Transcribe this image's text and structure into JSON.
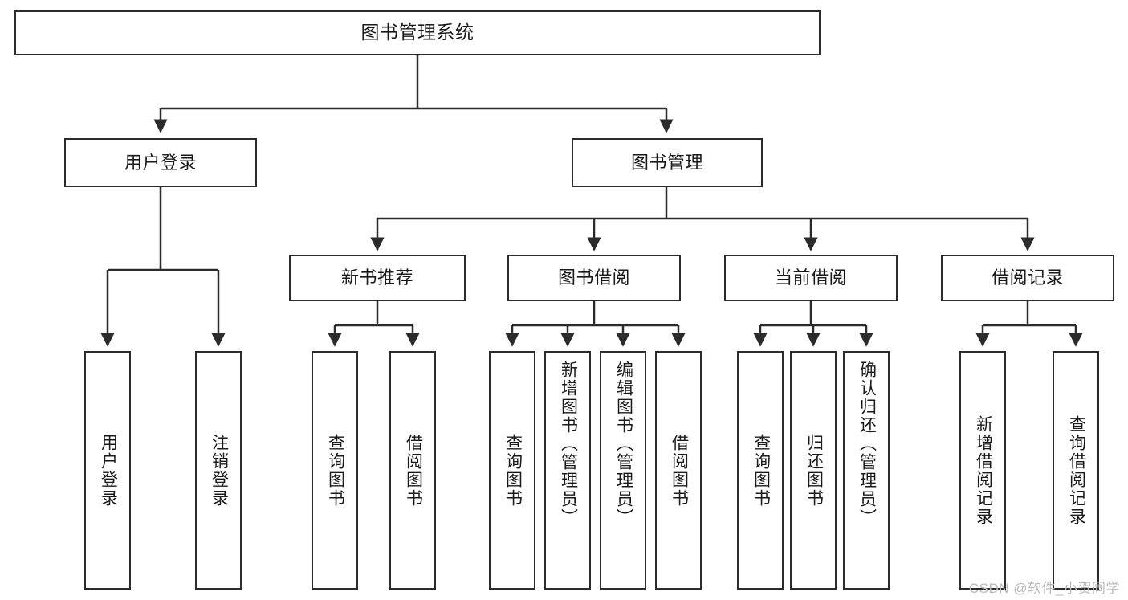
{
  "diagram": {
    "title": "图书管理系统",
    "watermark": "CSDN @软件_小贺同学",
    "colors": {
      "box_border": "#2b2b2b",
      "box_fill": "#ffffff",
      "connector": "#2b2b2b",
      "text": "#1a1a1a",
      "watermark": "#b9b9b9"
    },
    "nodes": {
      "root": {
        "label": "图书管理系统"
      },
      "level2": [
        {
          "label": "用户登录"
        },
        {
          "label": "图书管理"
        }
      ],
      "level3": [
        {
          "label": "新书推荐"
        },
        {
          "label": "图书借阅"
        },
        {
          "label": "当前借阅"
        },
        {
          "label": "借阅记录"
        }
      ],
      "leaves": {
        "user_login": [
          {
            "label": "用户登录"
          },
          {
            "label": "注销登录"
          }
        ],
        "new_book": [
          {
            "label": "查询图书"
          },
          {
            "label": "借阅图书"
          }
        ],
        "book_borrow": [
          {
            "label": "查询图书"
          },
          {
            "label": "新增图书（管理员）"
          },
          {
            "label": "编辑图书（管理员）"
          },
          {
            "label": "借阅图书"
          }
        ],
        "current_borrow": [
          {
            "label": "查询图书"
          },
          {
            "label": "归还图书"
          },
          {
            "label": "确认归还（管理员）"
          }
        ],
        "borrow_record": [
          {
            "label": "新增借阅记录"
          },
          {
            "label": "查询借阅记录"
          }
        ]
      }
    }
  }
}
